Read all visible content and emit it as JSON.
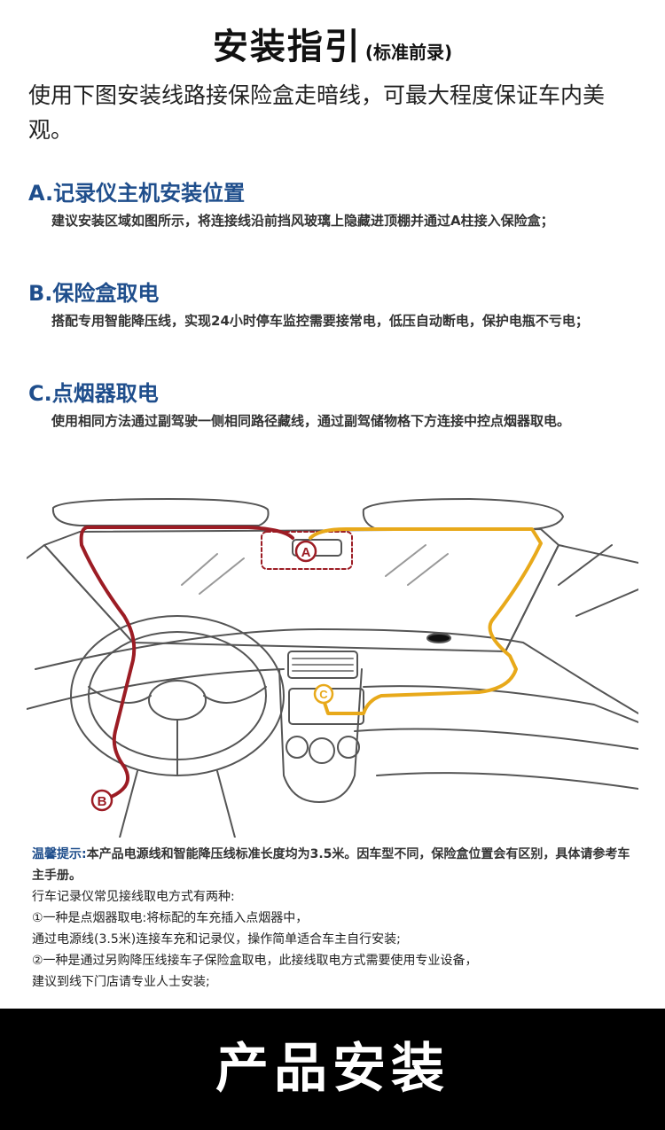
{
  "header": {
    "title": "安装指引",
    "subtitle": "(标准前录)"
  },
  "intro": "使用下图安装线路接保险盒走暗线，可最大程度保证车内美观。",
  "sections": [
    {
      "heading": "A.记录仪主机安装位置",
      "body": "建议安装区域如图所示，将连接线沿前挡风玻璃上隐藏进顶棚并通过A柱接入保险盒；"
    },
    {
      "heading": "B.保险盒取电",
      "body": "搭配专用智能降压线，实现24小时停车监控需要接常电，低压自动断电，保护电瓶不亏电；"
    },
    {
      "heading": "C.点烟器取电",
      "body": "使用相同方法通过副驾驶一侧相同路径藏线，通过副驾储物格下方连接中控点烟器取电。"
    }
  ],
  "diagram": {
    "label_a": "A",
    "label_b": "B",
    "label_c": "C",
    "colors": {
      "red_wire": "#9c1c24",
      "yellow_wire": "#e8a91a",
      "outline": "#555555"
    }
  },
  "notes": {
    "tip_label": "温馨提示:",
    "tip_text": "本产品电源线和智能降压线标准长度均为3.5米。因车型不同，保险盒位置会有区别，具体请参考车主手册。",
    "lines": [
      "行车记录仪常见接线取电方式有两种:",
      "①一种是点烟器取电:将标配的车充插入点烟器中，",
      "通过电源线(3.5米)连接车充和记录仪，操作简单适合车主自行安装;",
      "②一种是通过另购降压线接车子保险盒取电，此接线取电方式需要使用专业设备，",
      "建议到线下门店请专业人士安装;"
    ]
  },
  "footer": {
    "label": "产品安装"
  }
}
